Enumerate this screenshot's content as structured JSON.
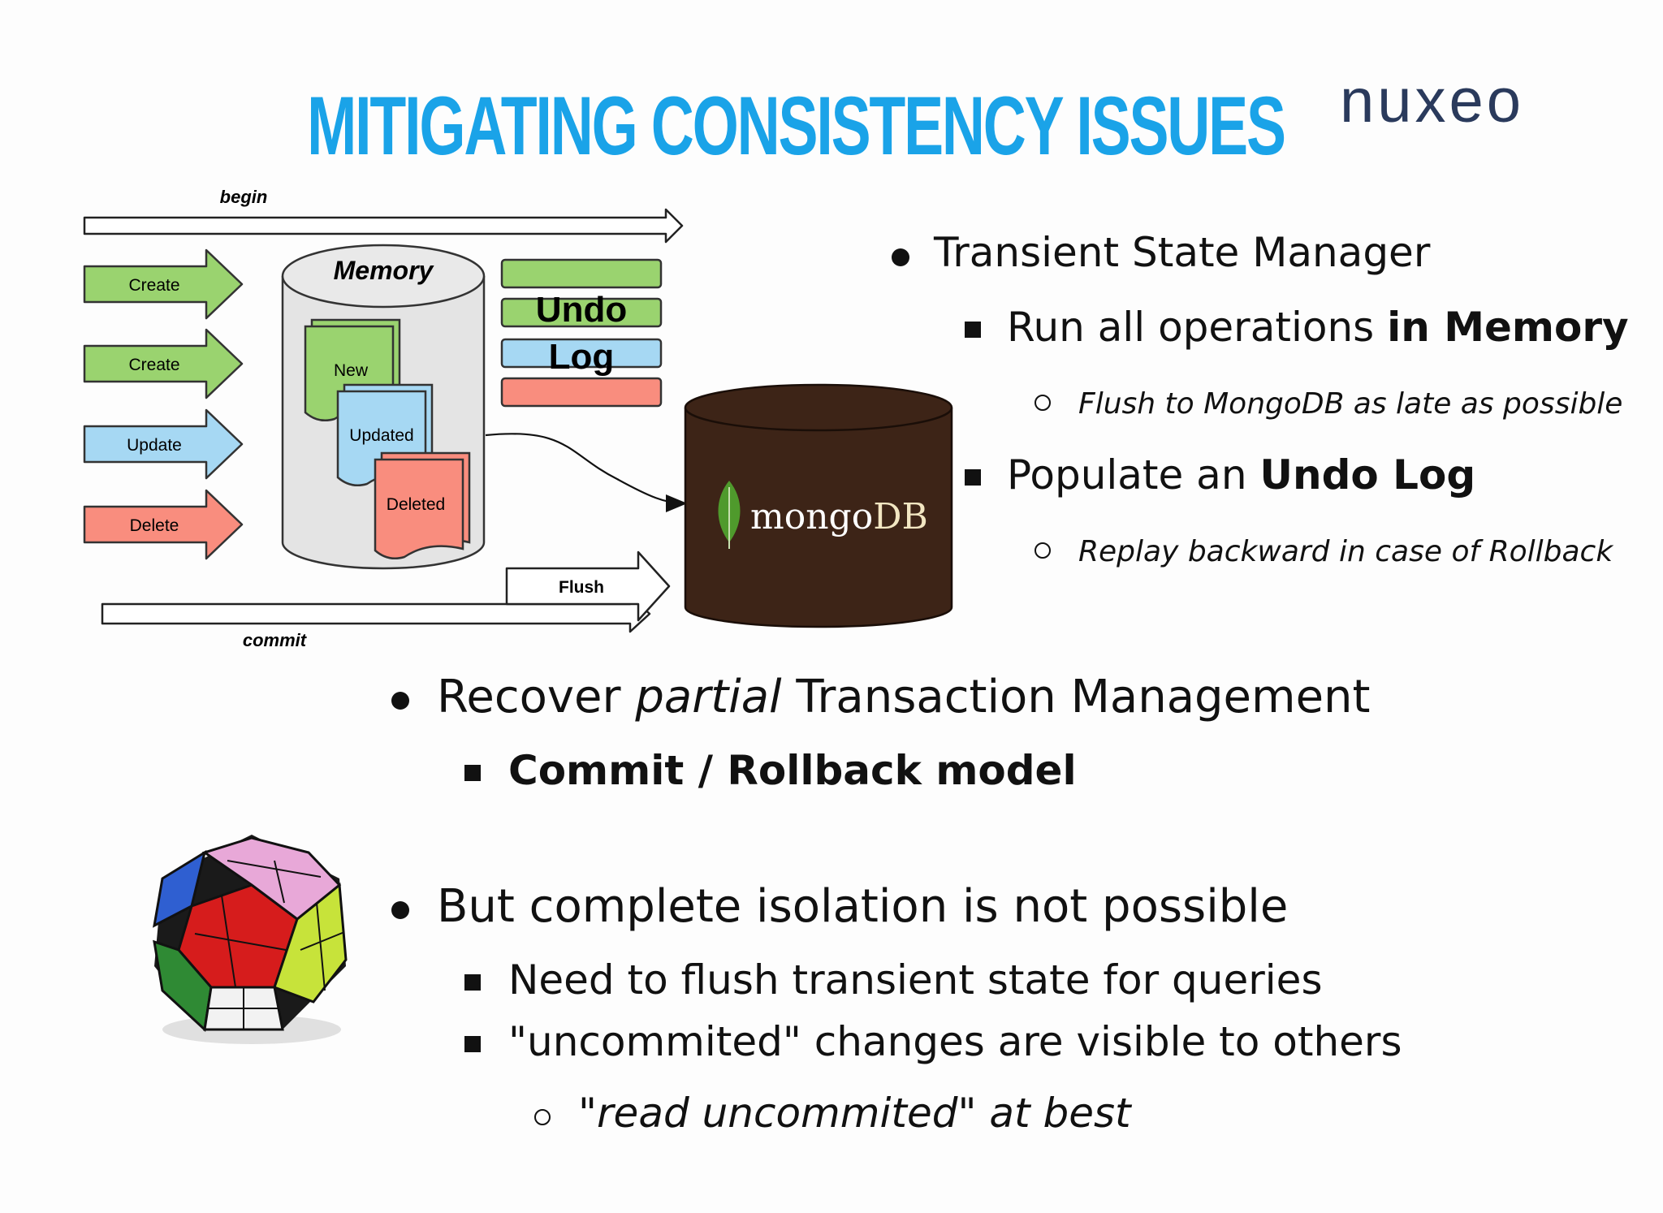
{
  "slide": {
    "title": "MITIGATING CONSISTENCY ISSUES",
    "brand": {
      "logo_text": "nuxeo",
      "accent": "#2a3a5c"
    }
  },
  "diagram": {
    "begin_label": "begin",
    "commit_label": "commit",
    "flush_label": "Flush",
    "operations": [
      "Create",
      "Create",
      "Update",
      "Delete"
    ],
    "memory_label": "Memory",
    "docs": [
      "New",
      "Updated",
      "Deleted"
    ],
    "undo_log_label_1": "Undo",
    "undo_log_label_2": "Log",
    "db_label": {
      "part1": "mongo",
      "part2": "DB"
    },
    "colors": {
      "green": "#9ad36f",
      "blue": "#a6d8f3",
      "red": "#f98d7e",
      "db": "#3d2417",
      "leaf": "#4f9a2c"
    }
  },
  "bullets": {
    "b1": "Transient State Manager",
    "b1_1_pre": "Run all operations ",
    "b1_1_bold": "in Memory",
    "b1_1_1": "Flush to MongoDB as late as possible",
    "b1_2_pre": "Populate an ",
    "b1_2_bold": "Undo Log",
    "b1_2_1": "Replay backward in case of Rollback",
    "b2_pre": "Recover ",
    "b2_italic": "partial",
    "b2_post": " Transaction Management",
    "b2_1": "Commit / Rollback model",
    "b3": "But complete isolation is not possible",
    "b3_1": "Need to flush transient state for queries",
    "b3_2": "\"uncommited\" changes are visible to others",
    "b3_2_1": "\"read uncommited\" at best"
  }
}
